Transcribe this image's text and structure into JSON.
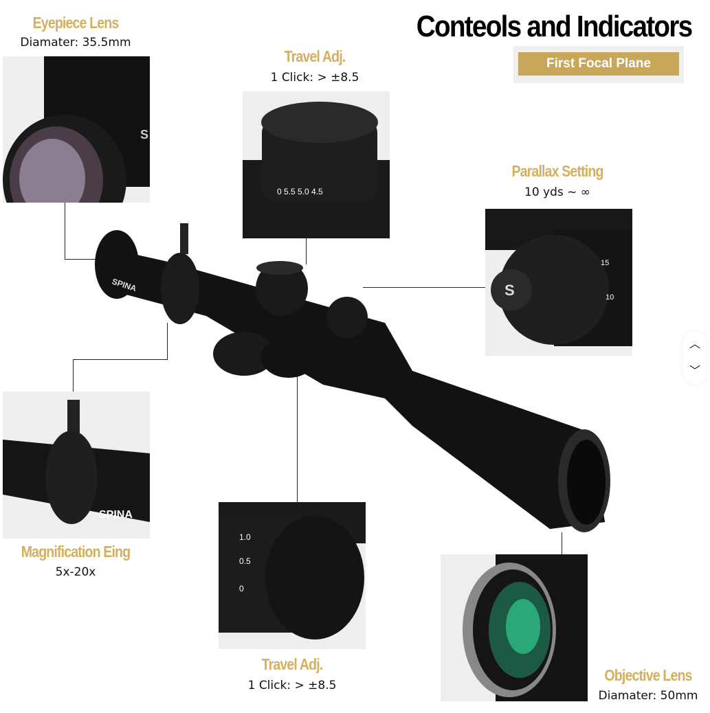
{
  "header": {
    "title": "Conteols and Indicators",
    "badge": "First Focal Plane"
  },
  "callouts": {
    "eyepiece": {
      "title": "Eyepiece Lens",
      "detail": "Diamater: 35.5mm"
    },
    "travel_top": {
      "title": "Travel Adj.",
      "detail": "1 Click:  > ±8.5"
    },
    "parallax": {
      "title": "Parallax Setting",
      "detail": "10 yds ~ ∞"
    },
    "magnification": {
      "title": "Magnification Eing",
      "detail": "5x-20x"
    },
    "travel_bottom": {
      "title": "Travel Adj.",
      "detail": "1 Click:  > ±8.5"
    },
    "objective": {
      "title": "Objective Lens",
      "detail": "Diamater: 50mm"
    }
  },
  "brand_logo": "SPINA",
  "nav": {
    "up_icon": "chevron-up-icon",
    "down_icon": "chevron-down-icon",
    "up": "︿",
    "down": "﹀"
  },
  "colors": {
    "accent": "#d4af5f",
    "badge": "#c9a75a"
  }
}
